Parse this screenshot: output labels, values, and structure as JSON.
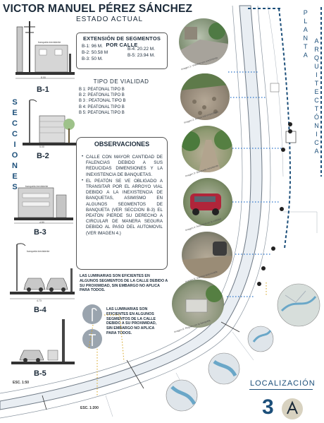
{
  "header": {
    "title": "VICTOR MANUEL PÉREZ SÁNCHEZ",
    "subtitle": "ESTADO ACTUAL"
  },
  "sections": {
    "label_letters": [
      "S",
      "E",
      "C",
      "C",
      "I",
      "O",
      "N",
      "E",
      "S"
    ],
    "items": [
      {
        "name": "B-1",
        "drawing_label": "banqueta inexistente",
        "dim": "8.00"
      },
      {
        "name": "B-2",
        "drawing_label": "",
        "dim": "5.00"
      },
      {
        "name": "B-3",
        "drawing_label": "banqueta inexistente",
        "dim": "4.80"
      },
      {
        "name": "B-4",
        "drawing_label": "banqueta inexistente",
        "dim": "4.73"
      },
      {
        "name": "B-5",
        "drawing_label": "",
        "dim": "5.00"
      }
    ],
    "scale_sections": "ESC. 1:50",
    "scale_plan": "ESC. 1:200"
  },
  "segments_box": {
    "title": "EXTENSIÓN DE SEGMENTOS POR CALLE",
    "left": [
      "B-1: 96 M.",
      "B-2: 50.58 M",
      "B-3: 50 M."
    ],
    "right": [
      "B-4: 20.22 M.",
      "B-5: 23.94 M."
    ]
  },
  "vialidad_box": {
    "title": "TIPO DE VIALIDAD",
    "items": [
      "B 1: PEATONAL TIPO B",
      "B 2: PEATONAL TIPO B",
      "B 3 : PEATONAL TIPO B",
      "B 4: PEATONAL TIPO B",
      "B 5: PEATONAL TIPO B"
    ]
  },
  "observaciones": {
    "title": "OBSERVACIONES",
    "p1": "CALLE CON MAYOR CANTIDAD DE FALENCIAS DEBIDO A SUS REDUCIDAS DIMENSIONES Y LA INEXISTENCIA DE BANQUETAS.",
    "p2": "EL PEATÓN SE VE OBLIGADO A TRANSITAR POR EL ARROYO VIAL DEBIDO A LA INEXISTENCIA DE BANQUETAS, ASIMISMO EN ALGUNOS SEGMENTOS DE BANQUETA (VER SECCION B-3) EL PEATON PIERDE SU DERECHO A CIRCULAR DE MANERA SEGURA DEBIDO AL PASO DEL AUTOMOVIL (VER IMAGEN 4.)"
  },
  "notes": {
    "luminarias_1": "LAS LUMINARIAS SON EFICIENTES EN ALGUNOS SEGMENTOS DE LA CALLE DEBIDO A SU PROXIMIDAD, SIN EMBARGO NO APLICA PARA TODOS.",
    "luminarias_2": "LAS LUMINARIAS SON EFICIENTES EN ALGUNOS SEGMENTOS DE LA CALLE DEBIDO A SU PROXIMIDAD, SIN EMBARGO NO APLICA PARA TODOS."
  },
  "photos": [
    {
      "caption": "Imagen 1: Vialidad con crecimiento"
    },
    {
      "caption": "Imagen 2: Arroyo vial empedrado"
    },
    {
      "caption": "Imagen 3: Banqueta inexistente"
    },
    {
      "caption": "Imagen 4: Automóvil en la vialidad"
    },
    {
      "caption": "Imagen 5: Vialidad deteriorada"
    },
    {
      "caption": "Imagen 6: Registro en la banqueta"
    }
  ],
  "planta": {
    "letters": [
      "P",
      "L",
      "A",
      "N",
      "T",
      "A",
      " ",
      "A",
      "R",
      "Q",
      "U",
      "I",
      "T",
      "E",
      "C",
      "T",
      "Ó",
      "N",
      "I",
      "C",
      "A"
    ]
  },
  "footer": {
    "localizacion": "LOCALIZACIÓN",
    "page_number": "3"
  },
  "colors": {
    "accent": "#1c4f7a",
    "dots": "#2a73c9",
    "road": "#e9eef3",
    "curb": "#6d7884"
  }
}
